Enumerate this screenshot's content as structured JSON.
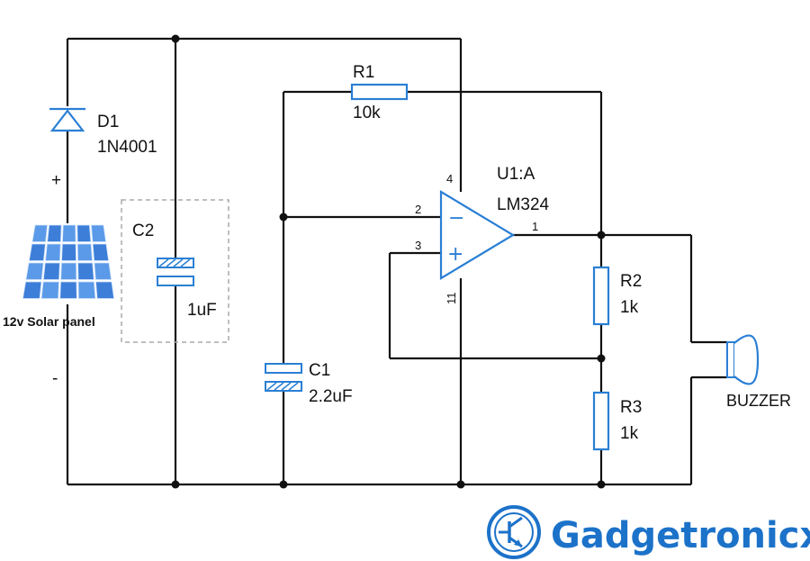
{
  "components": {
    "d1": {
      "ref": "D1",
      "value": "1N4001"
    },
    "c2": {
      "ref": "C2",
      "value": "1uF"
    },
    "r1": {
      "ref": "R1",
      "value": "10k"
    },
    "u1": {
      "ref": "U1:A",
      "value": "LM324"
    },
    "r2": {
      "ref": "R2",
      "value": "1k"
    },
    "r3": {
      "ref": "R3",
      "value": "1k"
    },
    "c1": {
      "ref": "C1",
      "value": "2.2uF"
    },
    "buzzer": {
      "label": "BUZZER"
    },
    "solar": {
      "label": "12v Solar panel",
      "plus": "+",
      "minus": "-"
    }
  },
  "opamp_pins": {
    "vcc": "4",
    "inv": "2",
    "noninv": "3",
    "out": "1",
    "gnd": "11",
    "minus_sign": "−",
    "plus_sign": "+"
  },
  "logo": {
    "text": "Gadgetronicx"
  },
  "colors": {
    "component": "#2a7fd4",
    "wire": "#111111",
    "brand": "#1c72c9"
  }
}
